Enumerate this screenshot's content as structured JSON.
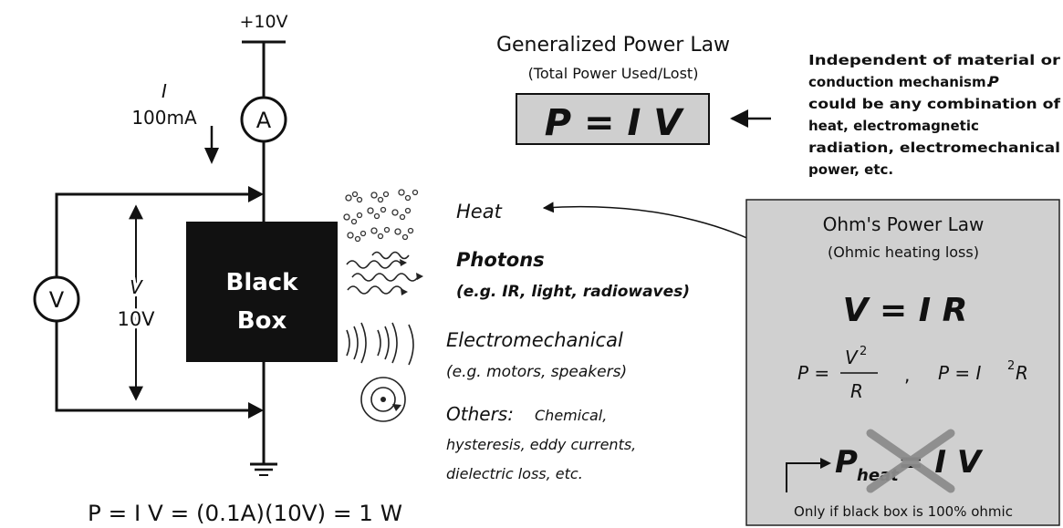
{
  "circuit": {
    "supply_label": "+10V",
    "current_symbol": "I",
    "current_value": "100mA",
    "ammeter_letter": "A",
    "voltmeter_letter": "V",
    "voltage_symbol": "V",
    "voltage_value": "10V",
    "box_line1": "Black",
    "box_line2": "Box",
    "equation": "P = I V = (0.1A)(10V) = 1 W"
  },
  "outputs": {
    "heat": "Heat",
    "photons": "Photons",
    "photons_examples": "(e.g. IR, light, radiowaves)",
    "electromech": "Electromechanical",
    "electromech_examples": "(e.g. motors, speakers)",
    "others_label": "Others:",
    "others_line1": "Chemical,",
    "others_line2": "hysteresis, eddy currents,",
    "others_line3": "dielectric loss, etc."
  },
  "general_law": {
    "title": "Generalized Power Law",
    "subtitle": "(Total Power Used/Lost)",
    "formula": "P = I V",
    "note_lines": [
      "Independent of material or",
      "conduction mechanism.",
      "could be any combination of",
      "heat, electromagnetic",
      "radiation, electromechanical",
      "power, etc."
    ],
    "note_symbol": "P"
  },
  "ohm_box": {
    "title": "Ohm's Power Law",
    "subtitle": "(Ohmic heating loss)",
    "formula": "V = I R",
    "p_eq": "P =",
    "frac_num": "V",
    "frac_num_exp": "2",
    "frac_den": "R",
    "separator": ",",
    "p_eq2": "P = I",
    "p_eq2_exp": "2",
    "p_eq2_end": "R",
    "crossed_p": "P",
    "crossed_sub": "heat",
    "crossed_rest": "= I V",
    "footnote": "Only if black box is 100% ohmic"
  },
  "colors": {
    "box_fill": "#111111",
    "panel_fill": "#d0d0d0",
    "formula_box_fill": "#cfcfcf",
    "cross": "#8c8c8c"
  }
}
